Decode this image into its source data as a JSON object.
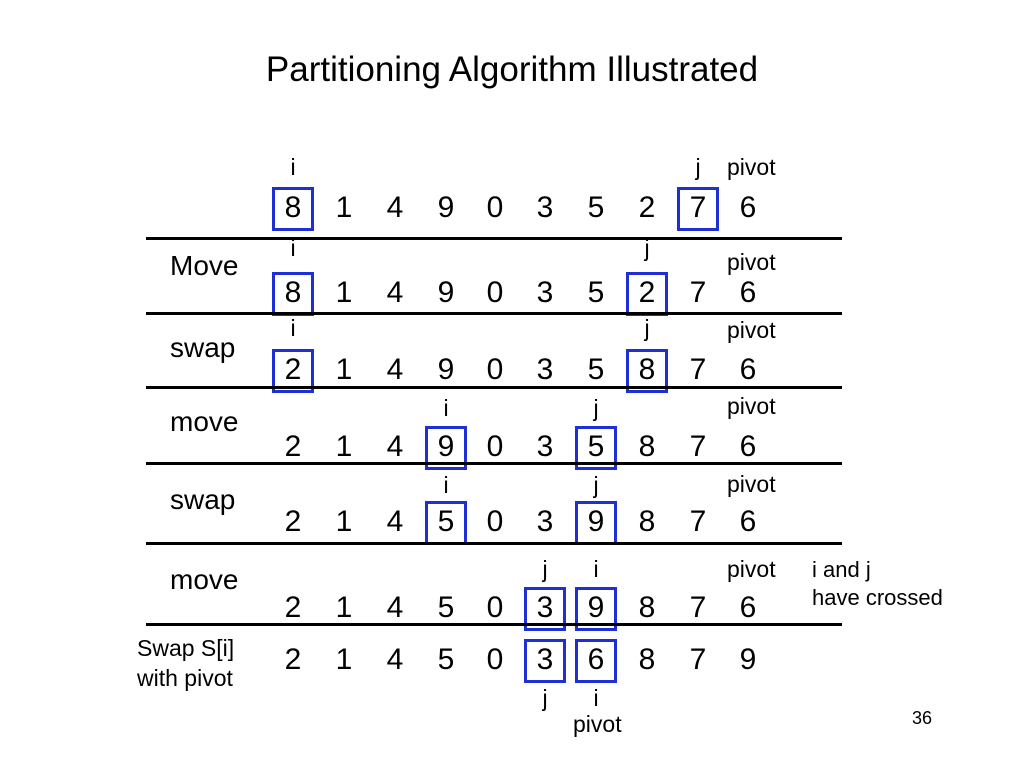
{
  "title": "Partitioning Algorithm Illustrated",
  "highlight_color": "#1f2fd6",
  "rows": [
    {
      "label": "",
      "values": [
        "8",
        "1",
        "4",
        "9",
        "0",
        "3",
        "5",
        "2",
        "7",
        "6"
      ],
      "i": "i",
      "j": "j",
      "pivot": "pivot"
    },
    {
      "label": "Move",
      "values": [
        "8",
        "1",
        "4",
        "9",
        "0",
        "3",
        "5",
        "2",
        "7",
        "6"
      ],
      "i": "i",
      "j": "j",
      "pivot": "pivot"
    },
    {
      "label": "swap",
      "values": [
        "2",
        "1",
        "4",
        "9",
        "0",
        "3",
        "5",
        "8",
        "7",
        "6"
      ],
      "i": "i",
      "j": "j",
      "pivot": "pivot"
    },
    {
      "label": "move",
      "values": [
        "2",
        "1",
        "4",
        "9",
        "0",
        "3",
        "5",
        "8",
        "7",
        "6"
      ],
      "i": "i",
      "j": "j",
      "pivot": "pivot"
    },
    {
      "label": "swap",
      "values": [
        "2",
        "1",
        "4",
        "5",
        "0",
        "3",
        "9",
        "8",
        "7",
        "6"
      ],
      "i": "i",
      "j": "j",
      "pivot": "pivot"
    },
    {
      "label": "move",
      "values": [
        "2",
        "1",
        "4",
        "5",
        "0",
        "3",
        "9",
        "8",
        "7",
        "6"
      ],
      "i": "i",
      "j": "j",
      "pivot": "pivot"
    },
    {
      "label": "Swap S[i]\nwith pivot",
      "values": [
        "2",
        "1",
        "4",
        "5",
        "0",
        "3",
        "6",
        "8",
        "7",
        "9"
      ],
      "i": "i",
      "j": "j",
      "pivot": "pivot"
    }
  ],
  "crossed_note": "i and j\nhave crossed",
  "page_number": "36"
}
